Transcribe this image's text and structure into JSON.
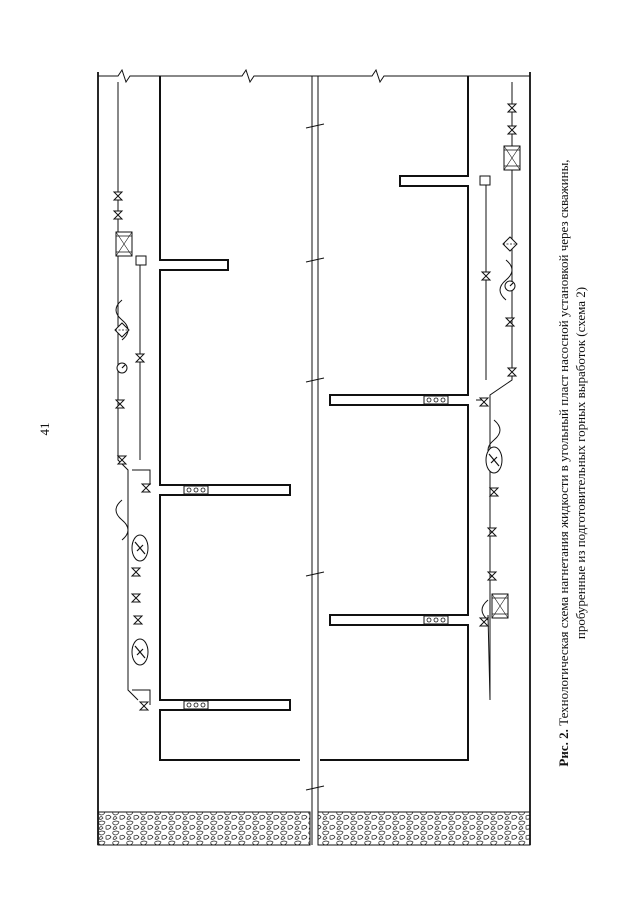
{
  "page": {
    "number": "41"
  },
  "figure": {
    "label": "Рис. 2.",
    "caption_line1": "Технологическая схема нагнетания жидкости в угольный пласт насосной установкой через скважины,",
    "caption_line2": "пробуренные из подготовительных горных выработок (схема 2)"
  }
}
